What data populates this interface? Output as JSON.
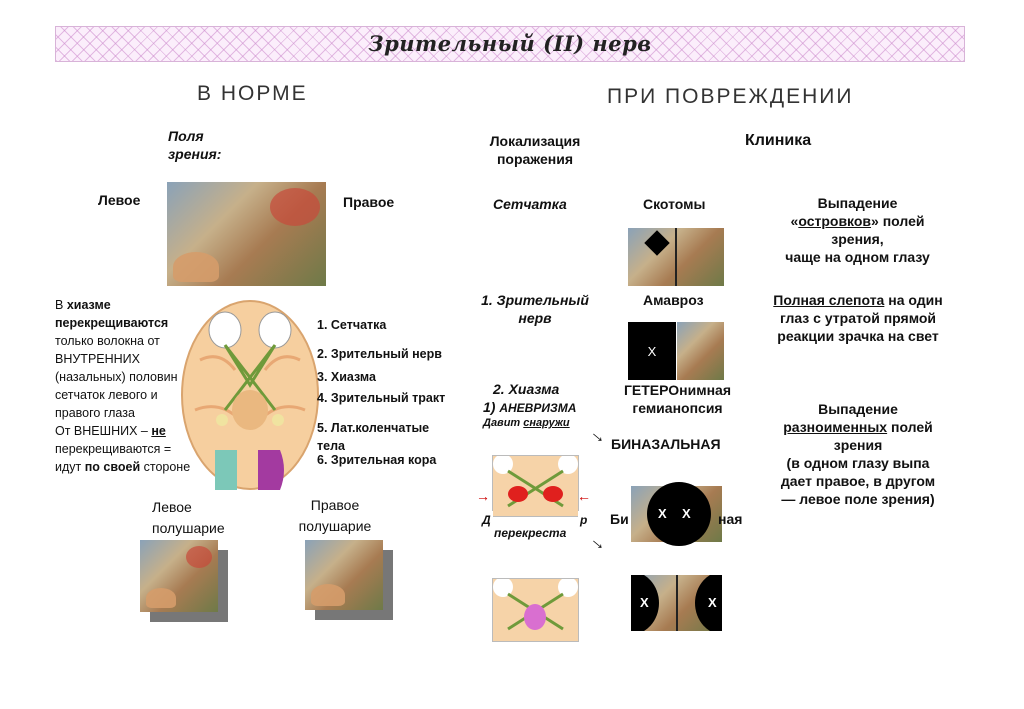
{
  "title": "Зрительный (II) нерв",
  "sections": {
    "norm": "В НОРМЕ",
    "damage": "ПРИ ПОВРЕЖДЕНИИ"
  },
  "norm": {
    "fields_label": "Поля\nзрения:",
    "left": "Левое",
    "right": "Правое",
    "chiasm_text": {
      "p1": "В ",
      "p2": "хиазме",
      "p3": "перекрещиваются",
      "p4": "только волокна от",
      "p5": "ВНУТРЕННИХ",
      "p6": "(назальных) половин",
      "p7": "сетчаток левого и",
      "p8": "правого глаза",
      "p9": "От ВНЕШНИХ – ",
      "p10": "не",
      "p11": "перекрещиваются =",
      "p12": "идут ",
      "p13": "по своей",
      "p14": " стороне"
    },
    "brain_labels": [
      "1. Сетчатка",
      "2. Зрительный нерв",
      "3. Хиазма",
      "4. Зрительный тракт",
      "5. Лат.коленчатые",
      "тела",
      "6. Зрительная кора"
    ],
    "left_hemisphere": "Левое\nполушарие",
    "right_hemisphere": "Правое\nполушарие"
  },
  "damage": {
    "col_localization": "Локализация\nпоражения",
    "col_clinic": "Клиника",
    "retina": {
      "loc": "Сетчатка",
      "name": "Скотомы",
      "desc1": "Выпадение",
      "desc2a": "«",
      "desc2b": "островков",
      "desc2c": "» полей",
      "desc3": "зрения,",
      "desc4": "чаще на одном глазу"
    },
    "nerve": {
      "loc": "1. Зрительный\nнерв",
      "name": "Амавроз",
      "mark": "X",
      "desc1a": "Полная слепота",
      "desc1b": " на один",
      "desc2": "глаз с утратой прямой",
      "desc3": "реакции зрачка на свет"
    },
    "chiasm": {
      "loc1": "2. Хиазма",
      "loc2a": "1) ",
      "loc2b": "АНЕВРИЗМА",
      "loc3a": "Давит ",
      "loc3b": "снаружи",
      "name1": "ГЕТЕРОнимная",
      "name2": "гемианопсия",
      "binasal": "БИНАЗАЛЬНАЯ",
      "partial_left": "Д",
      "partial_right": "р",
      "perekresta": "перекреста",
      "bi_left": "Би",
      "bi_right": "ная",
      "marks": [
        "X",
        "X",
        "X",
        "X"
      ],
      "desc1": "Выпадение",
      "desc2a": "разноименных",
      "desc2b": " полей",
      "desc3": "зрения",
      "desc4": "(в одном глазу выпа",
      "desc5": "дает правое, в другом",
      "desc6": "— левое поле зрения)"
    }
  },
  "colors": {
    "title_pink": "#fbeefb",
    "lesion_red": "#e0201e",
    "tumor_pink": "#d96fd0",
    "cortex_teal": "#7cc8b8",
    "cortex_purple": "#a33aa0"
  }
}
